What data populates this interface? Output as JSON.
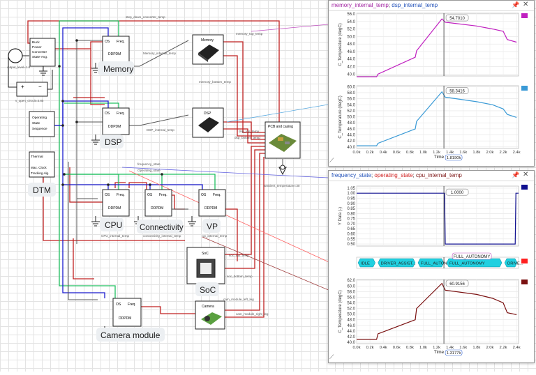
{
  "schematic": {
    "blocks": {
      "buck": {
        "lines": [
          "Buck",
          "Power",
          "Converter",
          "State-Avg."
        ]
      },
      "osseq": {
        "lines": [
          "Operating",
          "State",
          "Sequence"
        ]
      },
      "thermal": {
        "title": "Thermal",
        "lines": [
          "Max. Clock",
          "Tracking Alg."
        ]
      },
      "ddpdm_os": "OS",
      "ddpdm_freq": "Freq.",
      "ddpdm_name": "DDPDM",
      "memory_chip": "Memory",
      "dsp_chip": "DSP",
      "soc_chip": "SoC",
      "camera_chip": "Camera",
      "pcb": "PCB and casing"
    },
    "bubbles": {
      "memory": "Memory",
      "dsp": "DSP",
      "dtm": "DTM",
      "cpu": "CPU",
      "connectivity": "Connectivity",
      "vp": "VP",
      "soc": "SoC",
      "camera": "Camera module"
    },
    "labels": {
      "step_down": "step_down_converter_temp",
      "output_level": "output_level=1.8",
      "v_open": "v_open_circuit=3.85",
      "memory_top": "memory_top_temp",
      "memory_internal": "Memory_internal_temp",
      "memory_bottom": "memory_bottom_temp",
      "dsp_internal": "DSP_internal_temp",
      "dsp_top": "dsp_top_temp",
      "dsp_bottom": "dsp_bottom_temp",
      "frequency_state": "frequency_state",
      "operating_state": "Operating_state",
      "cpu_internal": "CPU_internal_temp",
      "connectivity_internal": "connectivity_internal_temp",
      "vp_internal": "vp_internal_temp",
      "soc_top": "soc_top_temp",
      "soc_bottom": "soc_bottom_temp",
      "cam_left": "cam_module_left_leg",
      "cam_right": "cam_module_right_leg",
      "ambient": "ambient_temperature=30"
    }
  },
  "panels": {
    "top": {
      "title_a": "memory_internal_temp",
      "title_sep": "; ",
      "title_b": "dsp_internal_temp",
      "x_label": "Time",
      "cursor_readout": "1.8190k",
      "swatch_a": "#c020c0",
      "swatch_b": "#3a9ad6"
    },
    "bottom": {
      "title_a": "frequency_state",
      "title_b": "operating_state",
      "title_c": "cpu_internal_temp",
      "title_sep": "; ",
      "x_label": "Time",
      "cursor_readout": "1.3177k",
      "swatch_a": "#101090",
      "swatch_b": "#ff2020",
      "swatch_c": "#7a1010"
    }
  },
  "chart_data": [
    {
      "type": "line",
      "ylabel": "C_Temperature (degC)",
      "xlabel": "Time",
      "ylim": [
        39.5,
        56.2
      ],
      "yticks": [
        "40.0",
        "42.0",
        "44.0",
        "46.0",
        "48.0",
        "50.0",
        "52.0",
        "54.0",
        "56.0"
      ],
      "x": [
        0,
        300,
        320,
        880,
        900,
        1280,
        1330,
        1800,
        2040,
        2200,
        2260,
        2400
      ],
      "series": [
        {
          "name": "memory_internal_temp",
          "color": "#c020c0",
          "values": [
            39.3,
            39.3,
            40.0,
            44.5,
            46.2,
            54.7,
            53.8,
            52.8,
            52.0,
            51.4,
            49.2,
            48.5
          ]
        }
      ],
      "cursor_value": "54.7010"
    },
    {
      "type": "line",
      "ylabel": "C_Temperature (degC)",
      "xlabel": "Time",
      "xlim": [
        0,
        2400
      ],
      "ylim": [
        39.5,
        60.3
      ],
      "yticks": [
        "40.0",
        "42.0",
        "44.0",
        "46.0",
        "48.0",
        "50.0",
        "52.0",
        "54.0",
        "56.0",
        "58.0",
        "60.0"
      ],
      "xticks": [
        "0.0k",
        "0.2k",
        "0.4k",
        "0.6k",
        "0.8k",
        "1.0k",
        "1.2k",
        "1.4k",
        "1.6k",
        "1.8k",
        "2.0k",
        "2.2k",
        "2.4k"
      ],
      "x": [
        0,
        300,
        320,
        880,
        900,
        1280,
        1330,
        1800,
        2040,
        2200,
        2260,
        2400
      ],
      "series": [
        {
          "name": "dsp_internal_temp",
          "color": "#3a9ad6",
          "values": [
            40.4,
            40.4,
            41.2,
            46.0,
            48.5,
            58.3,
            56.5,
            55.0,
            54.0,
            52.6,
            50.8,
            49.8
          ]
        }
      ],
      "cursor_value": "58.3416"
    },
    {
      "type": "line",
      "ylabel": "Y Data (-)",
      "ylim": [
        0.48,
        1.07
      ],
      "yticks": [
        "0.50",
        "0.55",
        "0.60",
        "0.65",
        "0.70",
        "0.75",
        "0.80",
        "0.85",
        "0.90",
        "0.95",
        "1.00",
        "1.05"
      ],
      "x": [
        0,
        1320,
        1330,
        2380,
        2390,
        2430
      ],
      "series": [
        {
          "name": "frequency_state",
          "color": "#101090",
          "values": [
            1.0,
            1.0,
            0.5,
            0.5,
            1.0,
            1.0
          ]
        }
      ],
      "cursor_value": "1.0000"
    },
    {
      "type": "table",
      "states": [
        "IDLE",
        "DRIVER_ASSIST...",
        "FULL_AUTONOM...",
        "FULL_AUTONOMY",
        "DRIVE..."
      ],
      "color": "#20d0e0",
      "highlight": "FULL_AUTONOMY"
    },
    {
      "type": "line",
      "ylabel": "C_Temperature (degC)",
      "xlabel": "Time",
      "xlim": [
        0,
        2400
      ],
      "ylim": [
        39.5,
        62.3
      ],
      "yticks": [
        "40.0",
        "42.0",
        "44.0",
        "46.0",
        "48.0",
        "50.0",
        "52.0",
        "54.0",
        "56.0",
        "58.0",
        "60.0",
        "62.0"
      ],
      "xticks": [
        "0.0k",
        "0.2k",
        "0.4k",
        "0.6k",
        "0.8k",
        "1.0k",
        "1.2k",
        "1.4k",
        "1.6k",
        "1.8k",
        "2.0k",
        "2.2k",
        "2.4k"
      ],
      "x": [
        0,
        300,
        320,
        880,
        900,
        1280,
        1330,
        1800,
        2040,
        2200,
        2260,
        2400
      ],
      "series": [
        {
          "name": "cpu_internal_temp",
          "color": "#7a1010",
          "values": [
            41.0,
            41.0,
            43.0,
            48.0,
            52.0,
            60.9,
            58.5,
            57.0,
            55.6,
            54.0,
            50.5,
            49.8
          ]
        }
      ],
      "cursor_value": "60.9156"
    }
  ]
}
